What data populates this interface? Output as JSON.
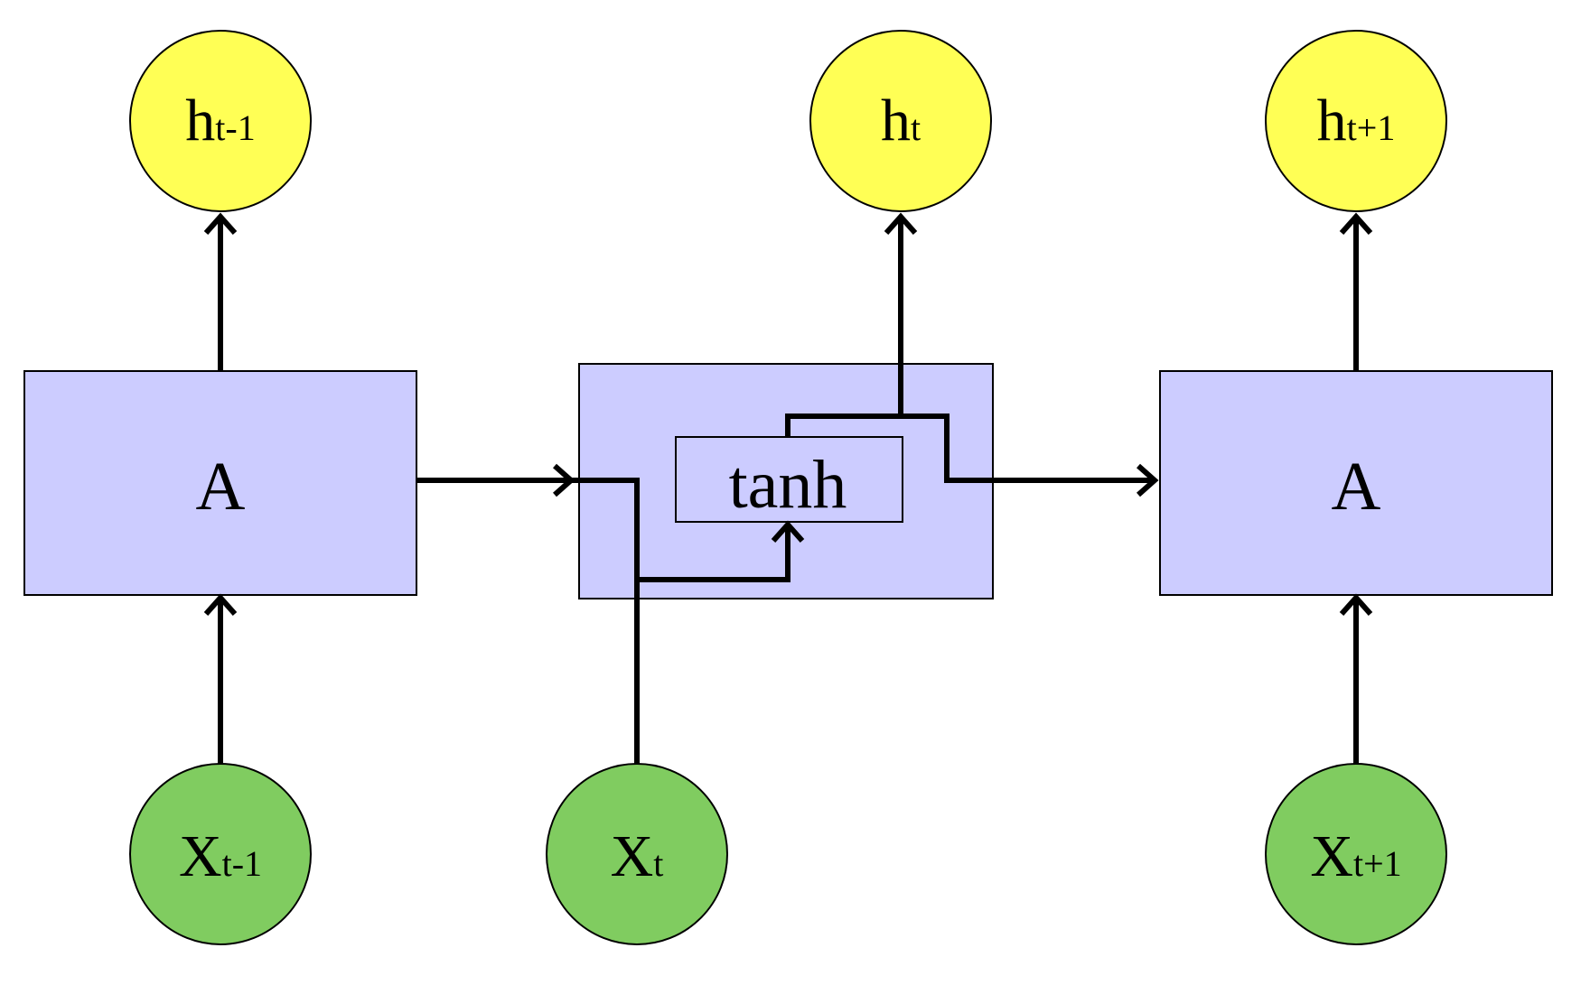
{
  "colors": {
    "output_node": "#FFFF55",
    "input_node": "#80CC60",
    "cell_fill": "#CCCCFF",
    "inner_box_fill": "#CCCCFF",
    "stroke": "#000000",
    "background": "#FFFFFF"
  },
  "outputs": [
    {
      "base": "h",
      "sub": "t-1"
    },
    {
      "base": "h",
      "sub": "t"
    },
    {
      "base": "h",
      "sub": "t+1"
    }
  ],
  "inputs": [
    {
      "base": "X",
      "sub": "t-1"
    },
    {
      "base": "X",
      "sub": "t"
    },
    {
      "base": "X",
      "sub": "t+1"
    }
  ],
  "cells": {
    "left_label": "A",
    "right_label": "A",
    "inner_function": "tanh"
  }
}
